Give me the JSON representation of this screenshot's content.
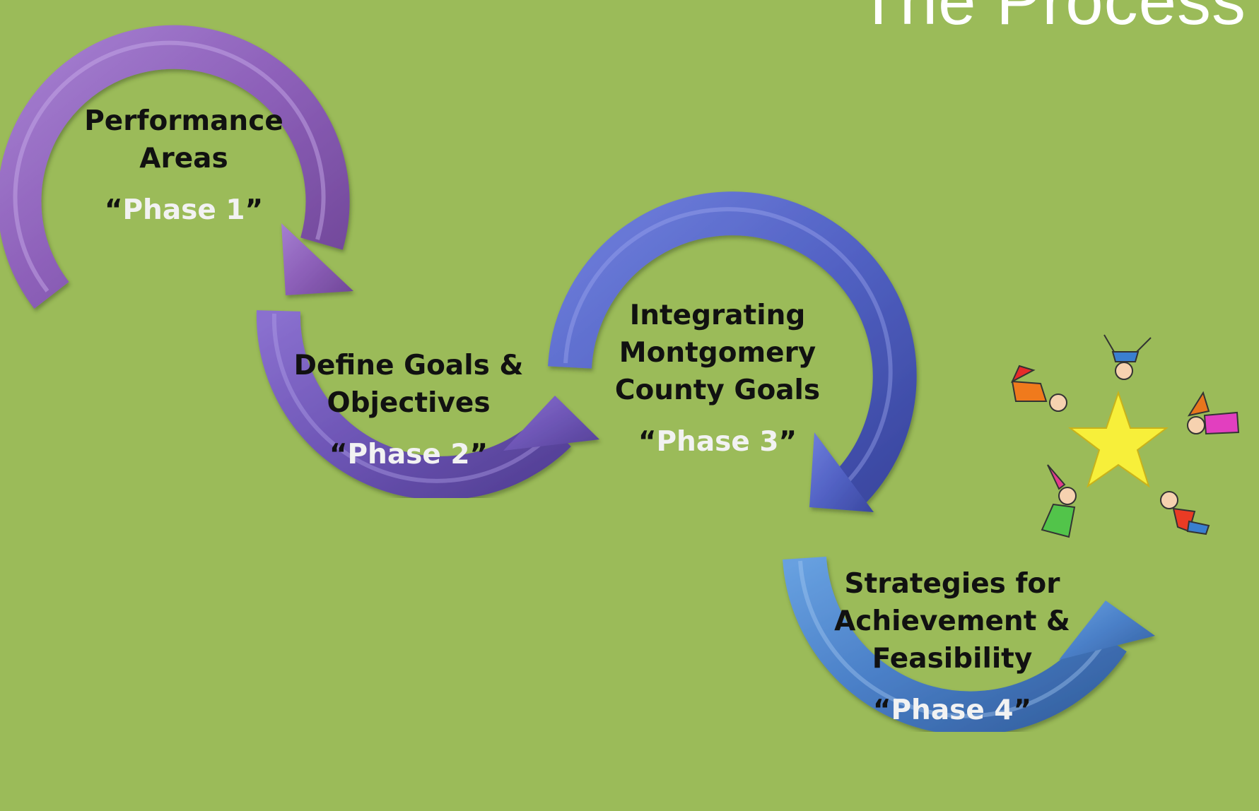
{
  "title": "The Process",
  "phases": [
    {
      "label_lines": [
        "Performance",
        "Areas"
      ],
      "open_quote": "“",
      "tag": "Phase 1",
      "close_quote": "”",
      "color": "#8e63b8"
    },
    {
      "label_lines": [
        "Define Goals &",
        "Objectives"
      ],
      "open_quote": "“",
      "tag": "Phase 2",
      "close_quote": "”",
      "color": "#7059b9"
    },
    {
      "label_lines": [
        "Integrating",
        "Montgomery",
        "County Goals"
      ],
      "open_quote": "“",
      "tag": "Phase 3",
      "close_quote": "”",
      "color": "#5564c6"
    },
    {
      "label_lines": [
        "Strategies for",
        "Achievement &",
        "Feasibility"
      ],
      "open_quote": "“",
      "tag": "Phase 4",
      "close_quote": "”",
      "color": "#4a7fc7"
    }
  ],
  "illustration": "children-holding-star-clipart",
  "colors": {
    "background": "#9bbb59",
    "star": "#f7ef3a"
  }
}
